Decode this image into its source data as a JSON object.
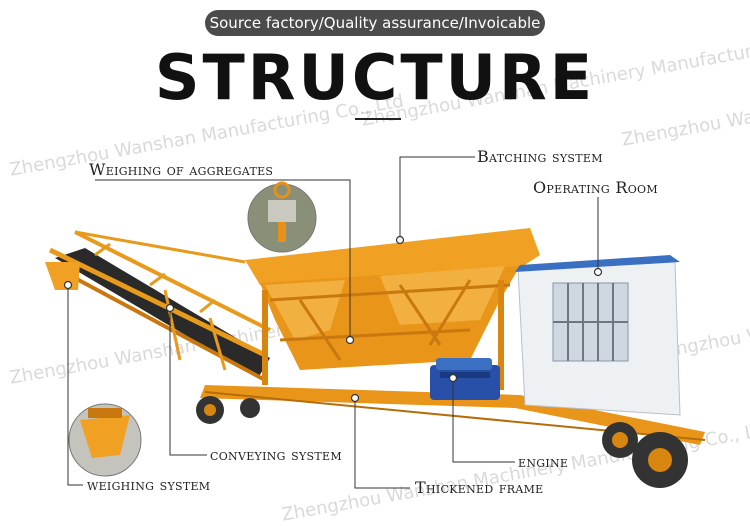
{
  "banner": {
    "pill_text": "Source factory/Quality assurance/Invoicable",
    "title": "STRUCTURE"
  },
  "labels": {
    "weighing_aggregates": "Weighing of aggregates",
    "batching_system": "Batching system",
    "operating_room": "Operating Room",
    "conveying_system": "conveying system",
    "engine": "engine",
    "weighing_system": "weighing system",
    "thickened_frame": "Thickened frame"
  },
  "watermarks": [
    "Zhengzhou Wanshan Manufacturing Co., Ltd",
    "Zhengzhou Wanshan Machinery Manufacturing Co., Ltd",
    "Zhengzhou Wanshan",
    "Zhengzhou Wanshan",
    "Zhengzhou Wanshan Machinery Manufacturing Co., Ltd",
    "Zhengzhou Wanshan Machinery Manufacturing Co., Ltd"
  ],
  "colors": {
    "machine_orange": "#f0a022",
    "machine_dark_orange": "#c8780e",
    "cabin_blue": "#3a6fc2",
    "pill_bg": "#4b4b4b"
  }
}
